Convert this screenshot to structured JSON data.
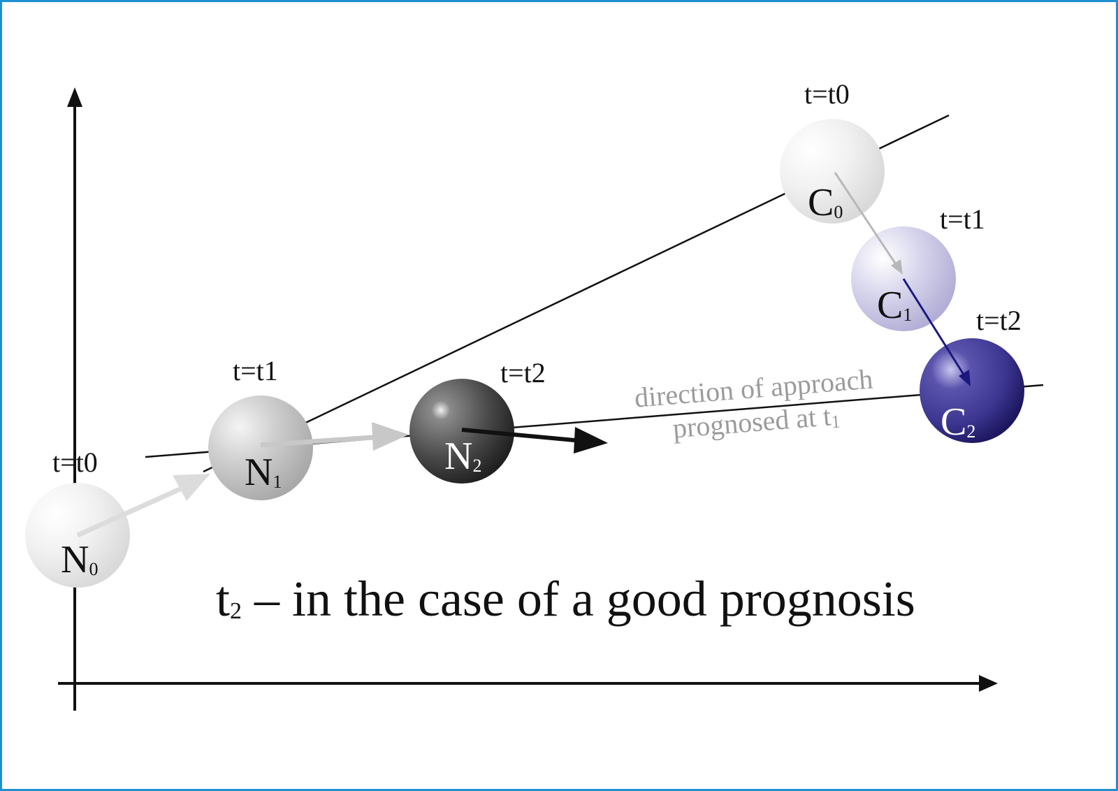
{
  "colors": {
    "frame": "#1e8fd0",
    "axis": "#111111",
    "note": "#9b9b9b",
    "c1_arrow": "#1c1880",
    "c2_ball": "#3b3590"
  },
  "balls": {
    "n0": {
      "letter": "N",
      "sub": "0",
      "time": "t=t0"
    },
    "n1": {
      "letter": "N",
      "sub": "1",
      "time": "t=t1"
    },
    "n2": {
      "letter": "N",
      "sub": "2",
      "time": "t=t2"
    },
    "c0": {
      "letter": "C",
      "sub": "0",
      "time": "t=t0"
    },
    "c1": {
      "letter": "C",
      "sub": "1",
      "time": "t=t1"
    },
    "c2": {
      "letter": "C",
      "sub": "2",
      "time": "t=t2"
    }
  },
  "note": {
    "line1": "direction of approach",
    "line2_text": "prognosed at t",
    "line2_sub": "1"
  },
  "caption": {
    "t": "t",
    "sub": "2",
    "text": " – in the case of a good prognosis"
  }
}
